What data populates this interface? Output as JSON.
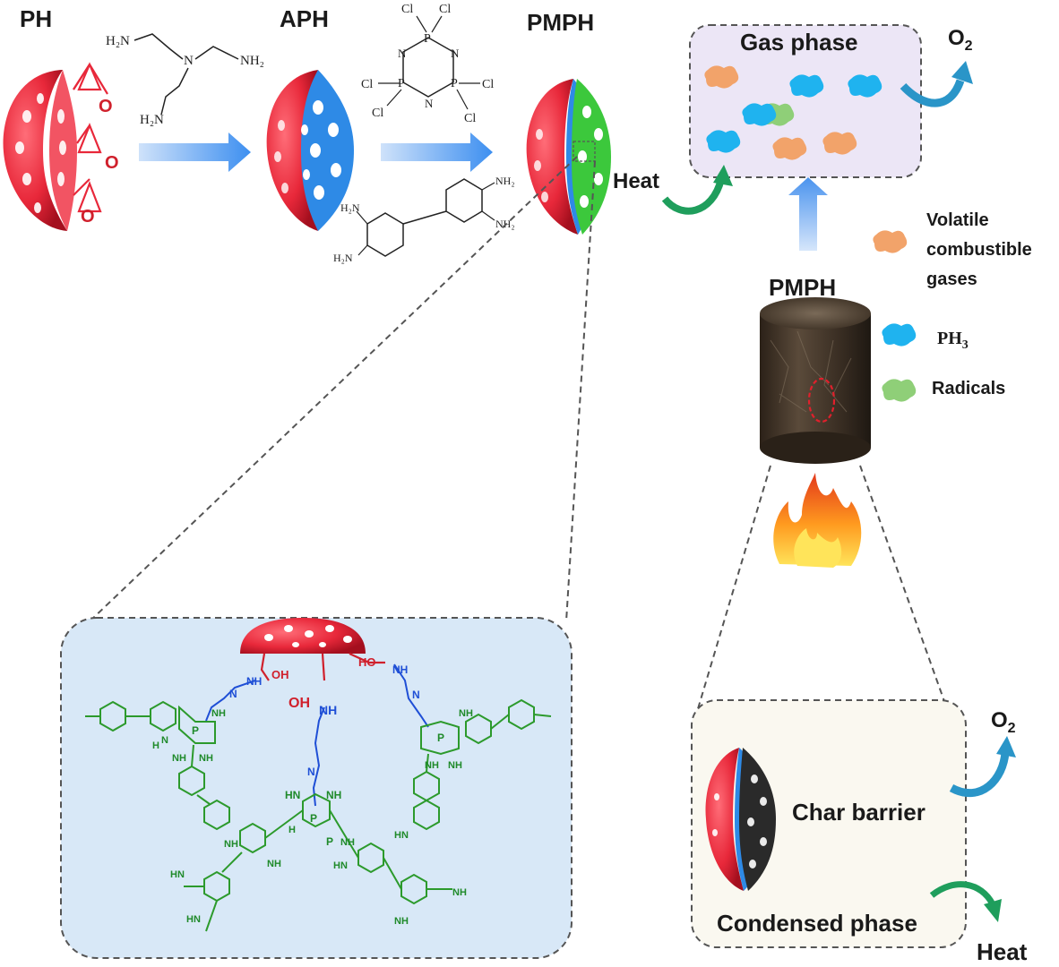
{
  "labels": {
    "ph": "PH",
    "aph": "APH",
    "pmph_top": "PMPH",
    "pmph_cyl": "PMPH",
    "gas_phase": "Gas phase",
    "o2_top": "O",
    "o2_top_sub": "2",
    "heat_top": "Heat",
    "volatile_1": "Volatile",
    "volatile_2": "combustible",
    "volatile_3": "gases",
    "ph3": "PH",
    "ph3_sub": "3",
    "radicals": "Radicals",
    "o2_bottom": "O",
    "o2_bottom_sub": "2",
    "char_barrier": "Char barrier",
    "condensed_phase": "Condensed phase",
    "heat_bottom": "Heat"
  },
  "reagents": {
    "amine": {
      "h2n_top": "H₂N",
      "n_center": "N",
      "nh2_right": "NH₂",
      "h2n_bottom": "H₂N"
    },
    "phosphazene": {
      "cl": "Cl",
      "p": "P",
      "n": "N"
    },
    "biphenyl": {
      "nh2": "NH₂",
      "h2n": "H₂N"
    }
  },
  "network": {
    "oh": "OH",
    "ho": "HO",
    "nh": "NH",
    "hn": "HN",
    "h": "H",
    "p": "P",
    "n": "N"
  },
  "colors": {
    "shell_red": "#e8283a",
    "amine_blue": "#2e8ae6",
    "network_green": "#2c9a2c",
    "arrow_blue": "#3d8ff0",
    "gas_box_bg": "#ece6f6",
    "detail_bg": "#d8e8f7",
    "condensed_bg": "#faf8f0",
    "orange_gas": "#f2a36a",
    "cyan_ph3": "#1fb3ef",
    "green_radical": "#8fcf78",
    "teal_arrow": "#2a95c8",
    "green_arrow": "#1f9e5c"
  }
}
